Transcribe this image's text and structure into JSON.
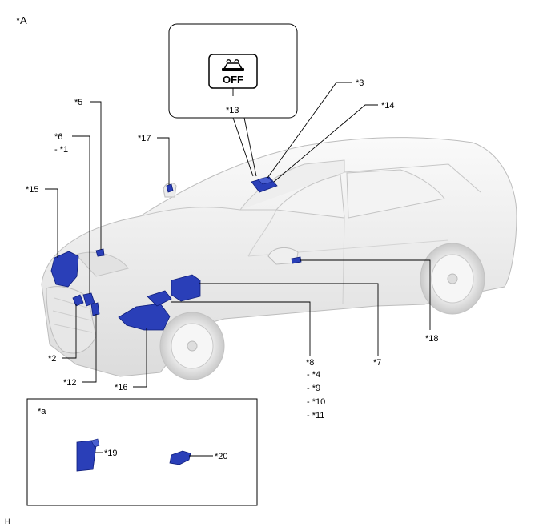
{
  "figure": {
    "view_label": "*A",
    "footer_code": "H",
    "callout_switch_text": "OFF",
    "inset_label": "*a",
    "labels": {
      "l3": "*3",
      "l14": "*14",
      "l13": "*13",
      "l5": "*5",
      "l6": "*6",
      "l1": "- *1",
      "l17": "*17",
      "l15": "*15",
      "l2": "*2",
      "l12": "*12",
      "l16": "*16",
      "l8": "*8",
      "l4": "- *4",
      "l9": "- *9",
      "l10": "- *10",
      "l11": "- *11",
      "l7": "*7",
      "l18": "*18",
      "l19": "*19",
      "l20": "*20"
    }
  },
  "colors": {
    "component": "#2a3fb8",
    "car_body": "#ececec",
    "car_outline": "#bdbdbd"
  },
  "icons": [
    "vsc-off-switch-icon"
  ]
}
